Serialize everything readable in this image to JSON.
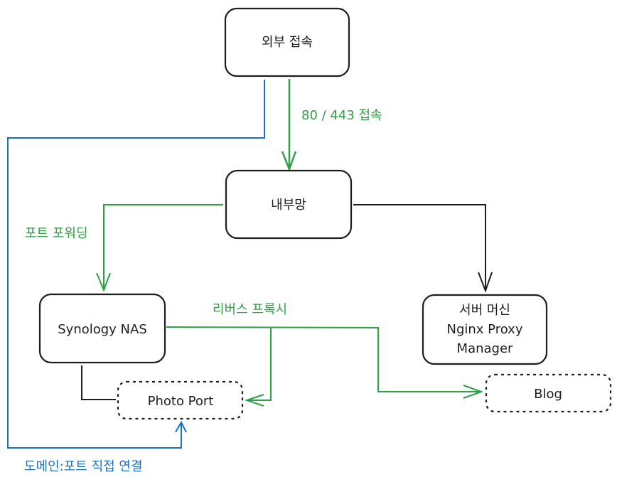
{
  "nodes": {
    "external": {
      "label": "외부 접속"
    },
    "internal": {
      "label": "내부망"
    },
    "nas": {
      "label": "Synology NAS"
    },
    "server": {
      "lines": [
        "서버 머신",
        "Nginx Proxy",
        "Manager"
      ]
    },
    "photo": {
      "label": "Photo Port"
    },
    "blog": {
      "label": "Blog"
    }
  },
  "edge_labels": {
    "http": "80 / 443 접속",
    "port_forward": "포트 포워딩",
    "reverse_proxy": "리버스 프록시",
    "direct": "도메인:포트 직접 연결"
  },
  "colors": {
    "stroke": "#1e1e1e",
    "green": "#2f9e44",
    "blue": "#1971c2"
  }
}
